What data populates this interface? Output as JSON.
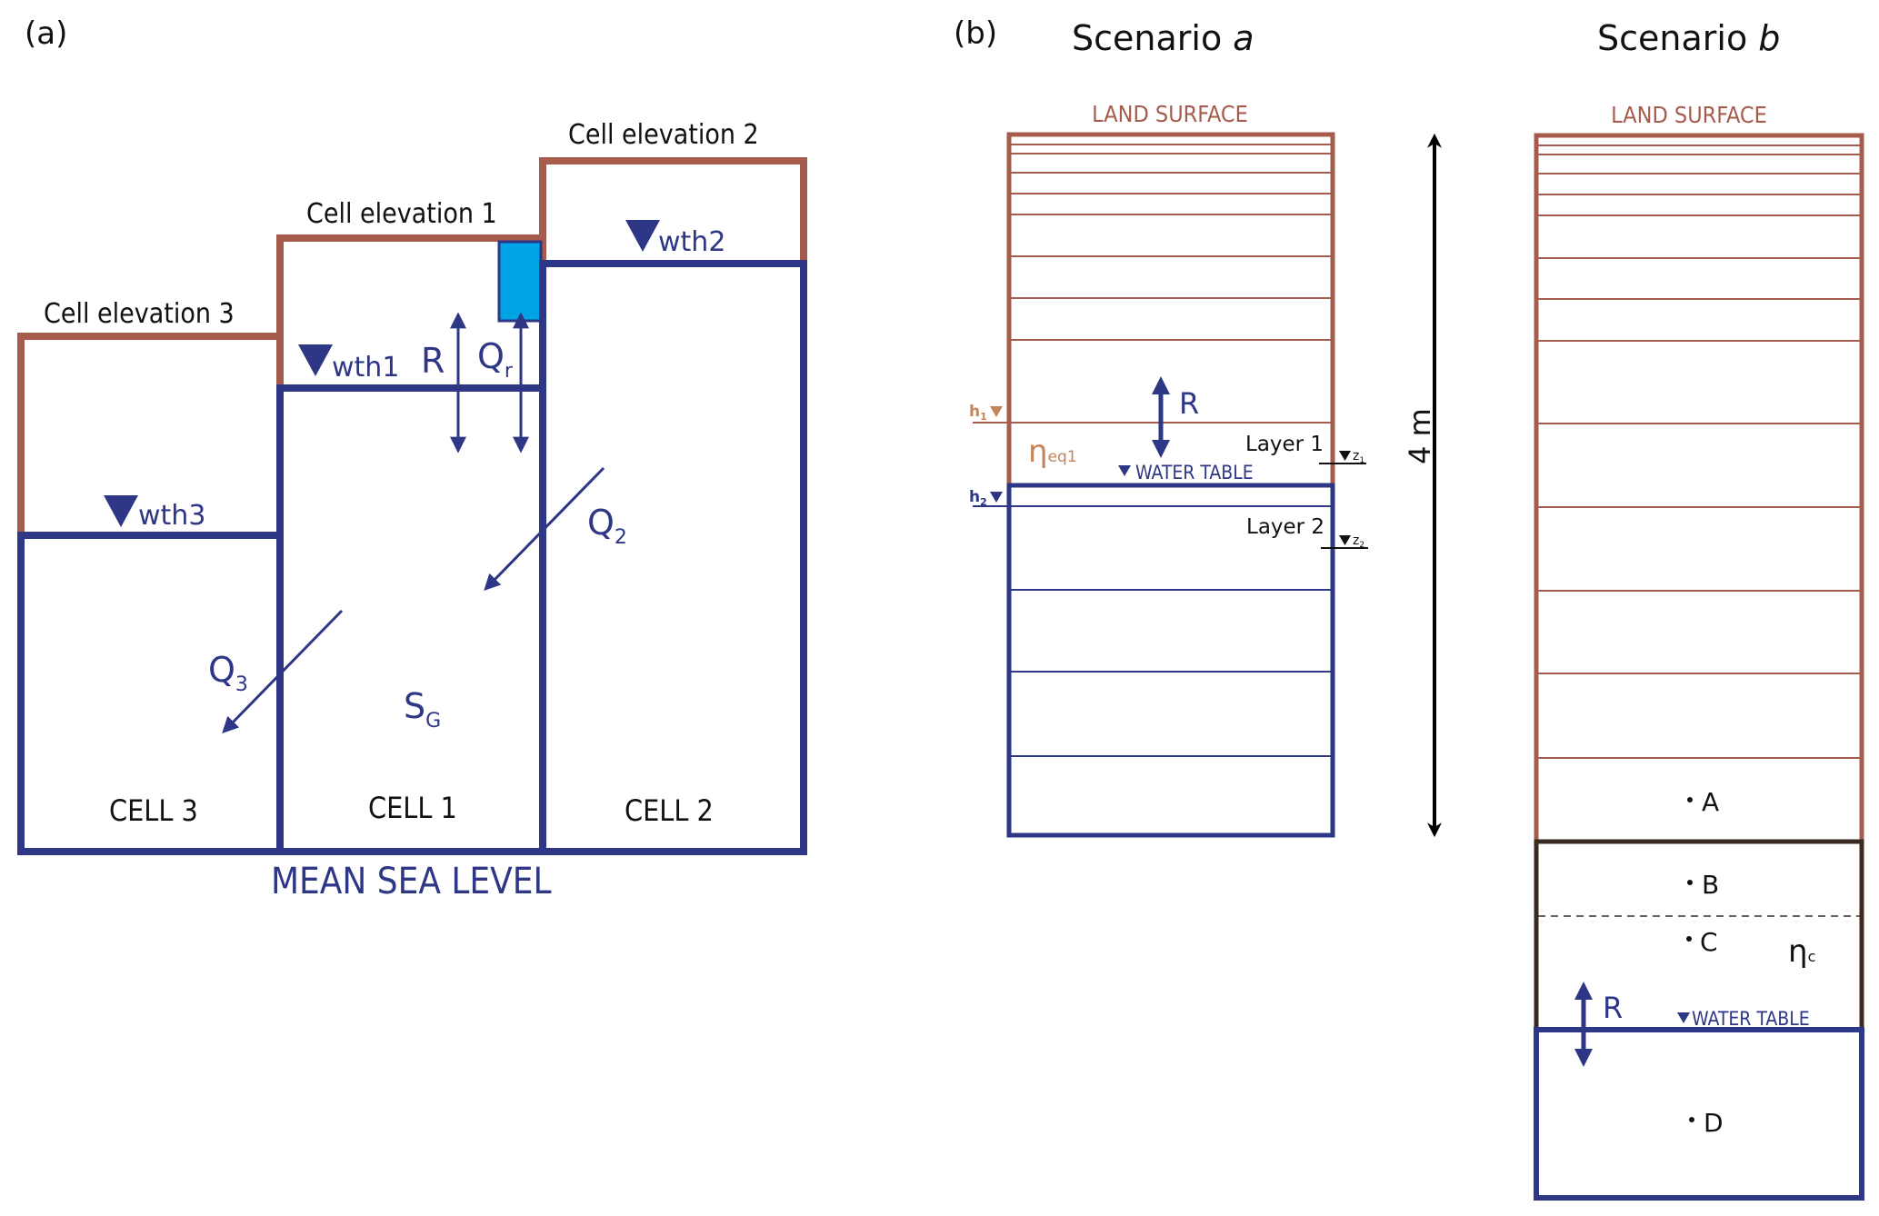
{
  "colors": {
    "land_brown": "#a65c4c",
    "water_navy": "#2e3686",
    "reservoir_blue": "#00a3e6",
    "clay_dark_brown": "#3b2a1f",
    "eta_orange": "#c4845a",
    "text_black": "#111111"
  },
  "panel_a": {
    "label": "(a)",
    "cells": [
      {
        "id": "cell3",
        "name": "CELL 3",
        "elevation_label": "Cell elevation 3",
        "water_table_label": "wth3"
      },
      {
        "id": "cell1",
        "name": "CELL 1",
        "elevation_label": "Cell elevation 1",
        "water_table_label": "wth1"
      },
      {
        "id": "cell2",
        "name": "CELL 2",
        "elevation_label": "Cell elevation 2",
        "water_table_label": "wth2"
      }
    ],
    "fluxes": {
      "recharge": "R",
      "reservoir_flux": "Q",
      "reservoir_flux_sub": "r",
      "lateral_in": "Q",
      "lateral_in_sub": "2",
      "lateral_out": "Q",
      "lateral_out_sub": "3",
      "storage": "S",
      "storage_sub": "G"
    },
    "datum_label": "MEAN SEA LEVEL"
  },
  "panel_b": {
    "label": "(b)",
    "depth_label": "4 m",
    "scenario_a": {
      "title_prefix": "Scenario ",
      "title_italic": "a",
      "land_surface_label": "LAND SURFACE",
      "water_table_label": "WATER TABLE",
      "recharge_label": "R",
      "layer1_label": "Layer 1",
      "layer2_label": "Layer 2",
      "h1_label": "h",
      "h1_sub": "1",
      "h2_label": "h",
      "h2_sub": "2",
      "z1_label": "z",
      "z1_sub": "1",
      "z2_label": "z",
      "z2_sub": "2",
      "eta_label": "η",
      "eta_sub": "eq1"
    },
    "scenario_b": {
      "title_prefix": "Scenario ",
      "title_italic": "b",
      "land_surface_label": "LAND SURFACE",
      "water_table_label": "WATER TABLE",
      "recharge_label": "R",
      "eta_label": "η",
      "eta_sub": "c",
      "points": [
        "A",
        "B",
        "C",
        "D"
      ]
    }
  }
}
